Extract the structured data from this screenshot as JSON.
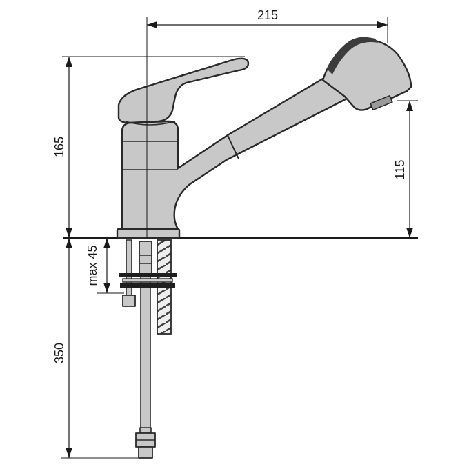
{
  "dimensions": {
    "total_width": "215",
    "faucet_height": "165",
    "spout_height": "115",
    "max_thickness": "max 45",
    "hose_length": "350"
  },
  "colors": {
    "body": "#c8c8c8",
    "outline": "#2a2a2a",
    "spray_head_dark": "#3c3c3c"
  }
}
